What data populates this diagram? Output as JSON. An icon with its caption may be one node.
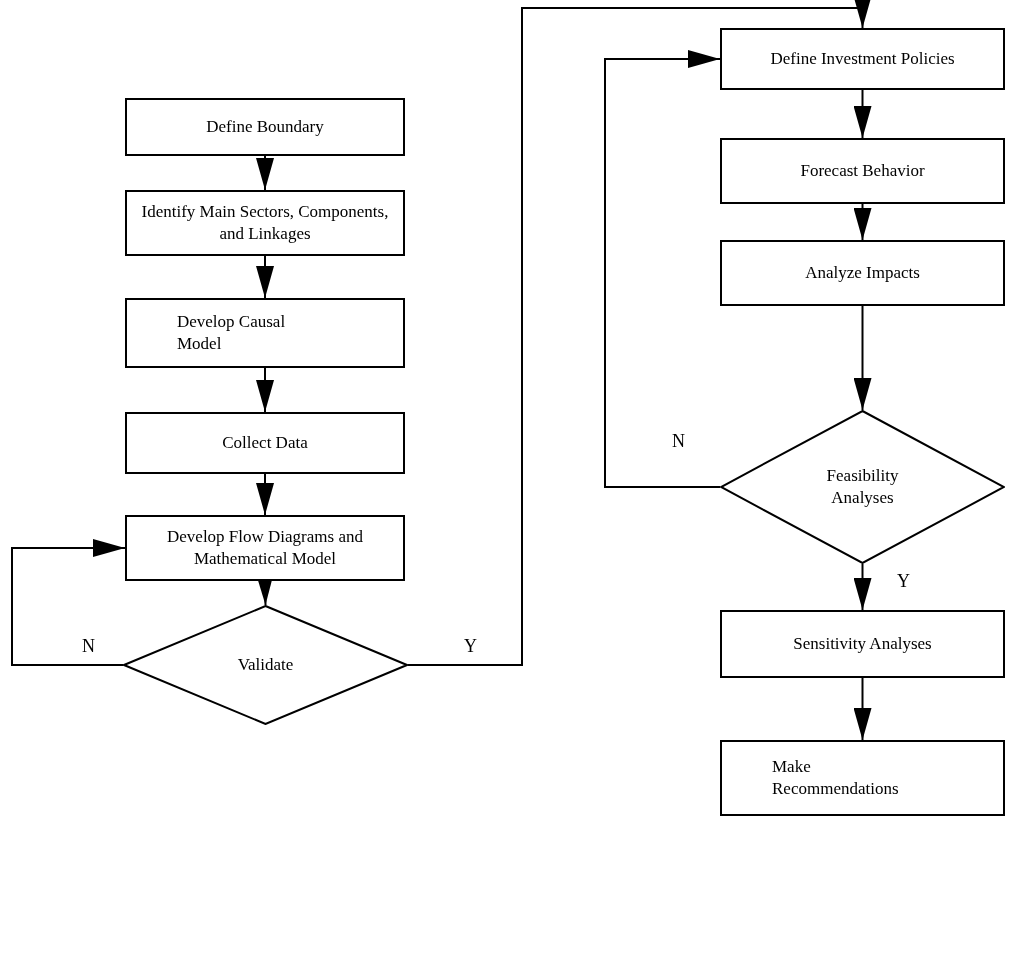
{
  "diagram": {
    "nodes": [
      {
        "text": [
          "Define Boundary"
        ]
      },
      {
        "text": [
          "Identify Main Sectors, Components, and Linkages"
        ]
      },
      {
        "text": [
          "Develop Causal Model"
        ]
      },
      {
        "text": [
          "Collect Data"
        ]
      },
      {
        "text": [
          "Develop Flow Diagrams and Mathematical Model"
        ]
      },
      {
        "text": [
          "Validate"
        ]
      },
      {
        "text": [
          "Define Investment Policies"
        ]
      },
      {
        "text": [
          "Forecast Behavior"
        ]
      },
      {
        "text": [
          "Analyze Impacts"
        ]
      },
      {
        "text": [
          "Feasibility Analyses"
        ]
      },
      {
        "text": [
          "Sensitivity Analyses"
        ]
      },
      {
        "text": [
          "Make Recommendations"
        ]
      }
    ],
    "edges": [
      {
        "from": 0,
        "to": 1,
        "arrow": "to"
      },
      {
        "from": 1,
        "to": 2,
        "arrow": "to"
      },
      {
        "from": 2,
        "to": 3,
        "arrow": "to"
      },
      {
        "from": 3,
        "to": 4,
        "arrow": "to"
      },
      {
        "from": 4,
        "to": 5,
        "arrow": "to"
      },
      {
        "from": 5,
        "to": 4,
        "arrow": "to",
        "label": "N"
      },
      {
        "from": 5,
        "to": 6,
        "arrow": "to",
        "label": "Y"
      },
      {
        "from": 6,
        "to": 7,
        "arrow": "to"
      },
      {
        "from": 7,
        "to": 8,
        "arrow": "to"
      },
      {
        "from": 8,
        "to": 9,
        "arrow": "to"
      },
      {
        "from": 9,
        "to": 6,
        "arrow": "to",
        "label": "N"
      },
      {
        "from": 9,
        "to": 10,
        "arrow": "to",
        "label": "Y"
      },
      {
        "from": 10,
        "to": 11,
        "arrow": "to"
      }
    ]
  }
}
